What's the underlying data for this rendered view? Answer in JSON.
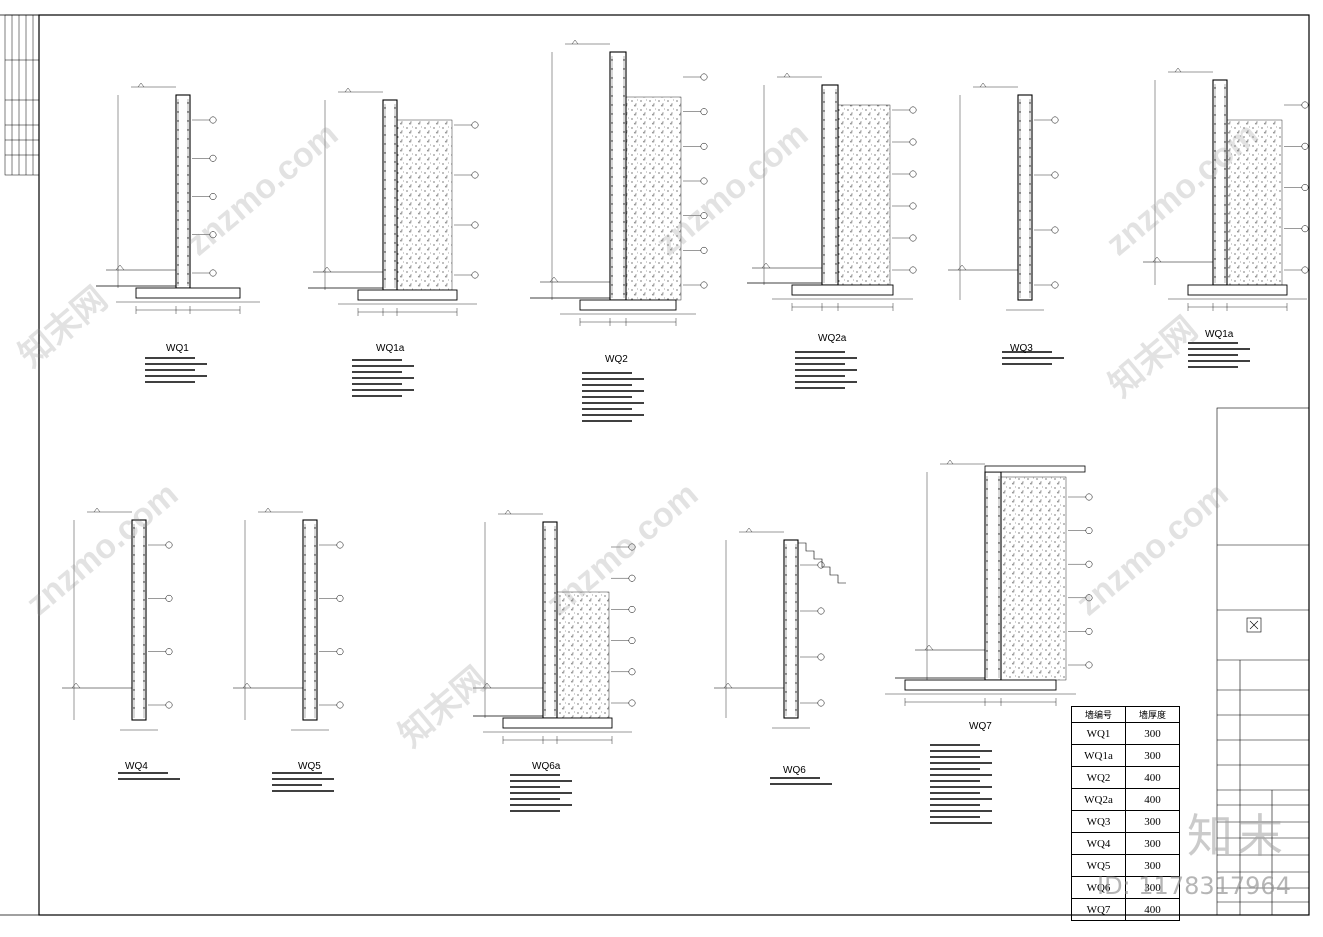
{
  "watermark": {
    "site": "znzmo.com",
    "cn": "知末网",
    "brand": "知末",
    "id": "ID: 1178317964"
  },
  "sections": [
    {
      "key": "wq1",
      "label": "WQ1"
    },
    {
      "key": "wq1a",
      "label": "WQ1a"
    },
    {
      "key": "wq2",
      "label": "WQ2"
    },
    {
      "key": "wq2a",
      "label": "WQ2a"
    },
    {
      "key": "wq3",
      "label": "WQ3"
    },
    {
      "key": "wq1a2",
      "label": "WQ1a"
    },
    {
      "key": "wq4",
      "label": "WQ4"
    },
    {
      "key": "wq5",
      "label": "WQ5"
    },
    {
      "key": "wq6a",
      "label": "WQ6a"
    },
    {
      "key": "wq6",
      "label": "WQ6"
    },
    {
      "key": "wq7",
      "label": "WQ7"
    }
  ],
  "thickness_table": {
    "headers": [
      "墙编号",
      "墙厚度"
    ],
    "rows": [
      [
        "WQ1",
        "300"
      ],
      [
        "WQ1a",
        "300"
      ],
      [
        "WQ2",
        "400"
      ],
      [
        "WQ2a",
        "400"
      ],
      [
        "WQ3",
        "300"
      ],
      [
        "WQ4",
        "300"
      ],
      [
        "WQ5",
        "300"
      ],
      [
        "WQ6",
        "300"
      ],
      [
        "WQ7",
        "400"
      ]
    ]
  }
}
